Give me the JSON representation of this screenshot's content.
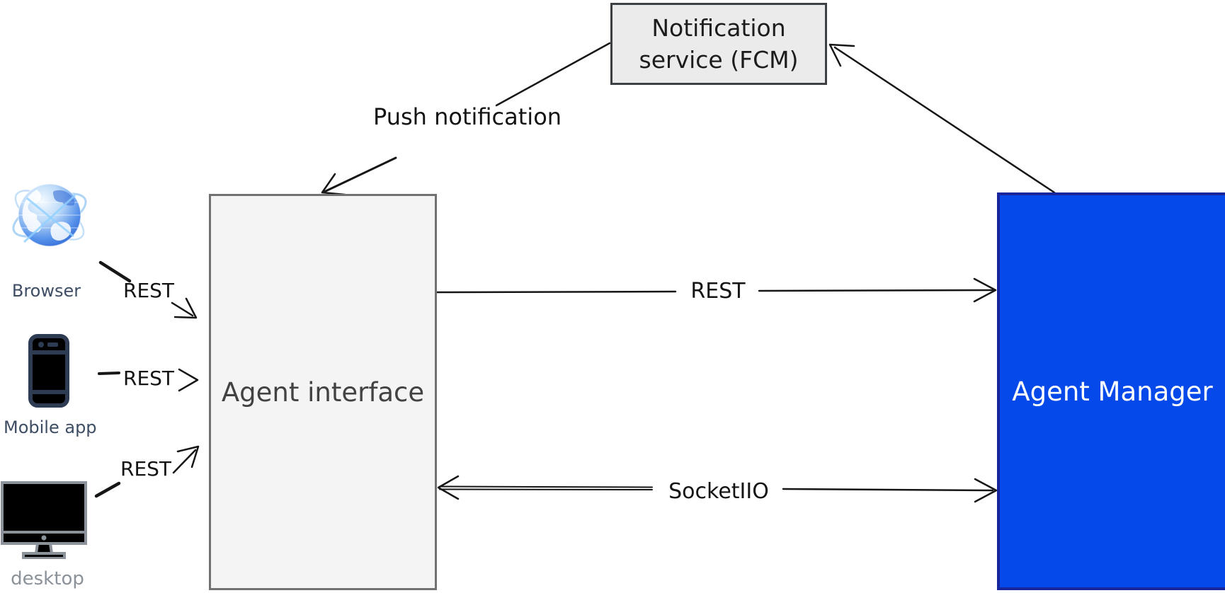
{
  "diagram": {
    "background": "#ffffff",
    "line_color": "#161616"
  },
  "nodes": {
    "notification_service": {
      "line1": "Notification",
      "line2": "service (FCM)",
      "fill": "#ebebeb",
      "border": "#3e4144",
      "text_color": "#1c1c1c"
    },
    "agent_interface": {
      "label": "Agent interface",
      "fill": "#f4f4f4",
      "border": "#717171",
      "text_color": "#424242"
    },
    "agent_manager": {
      "label": "Agent Manager",
      "fill": "#0549ea",
      "border": "#19259c",
      "text_color": "#ffffff"
    }
  },
  "clients": {
    "browser": {
      "label": "Browser",
      "icon": "globe-icon",
      "label_color": "#3e4d64"
    },
    "mobile": {
      "label": "Mobile app",
      "icon": "smartphone-icon",
      "label_color": "#3e4d64"
    },
    "desktop": {
      "label": "desktop",
      "icon": "monitor-icon",
      "label_color": "#8b929a"
    }
  },
  "edges": {
    "browser_rest": {
      "label": "REST",
      "from": "browser",
      "to": "agent_interface"
    },
    "mobile_rest": {
      "label": "REST",
      "from": "mobile",
      "to": "agent_interface"
    },
    "desktop_rest": {
      "label": "REST",
      "from": "desktop",
      "to": "agent_interface"
    },
    "rest_main": {
      "label": "REST",
      "from": "agent_interface",
      "to": "agent_manager"
    },
    "socket": {
      "label": "SocketIIO",
      "from": "agent_interface",
      "to": "agent_manager",
      "bidirectional": true
    },
    "push": {
      "label": "Push notification",
      "from": "notification_service",
      "to": "agent_interface"
    },
    "manager_to_notification": {
      "label": "",
      "from": "agent_manager",
      "to": "notification_service"
    }
  }
}
